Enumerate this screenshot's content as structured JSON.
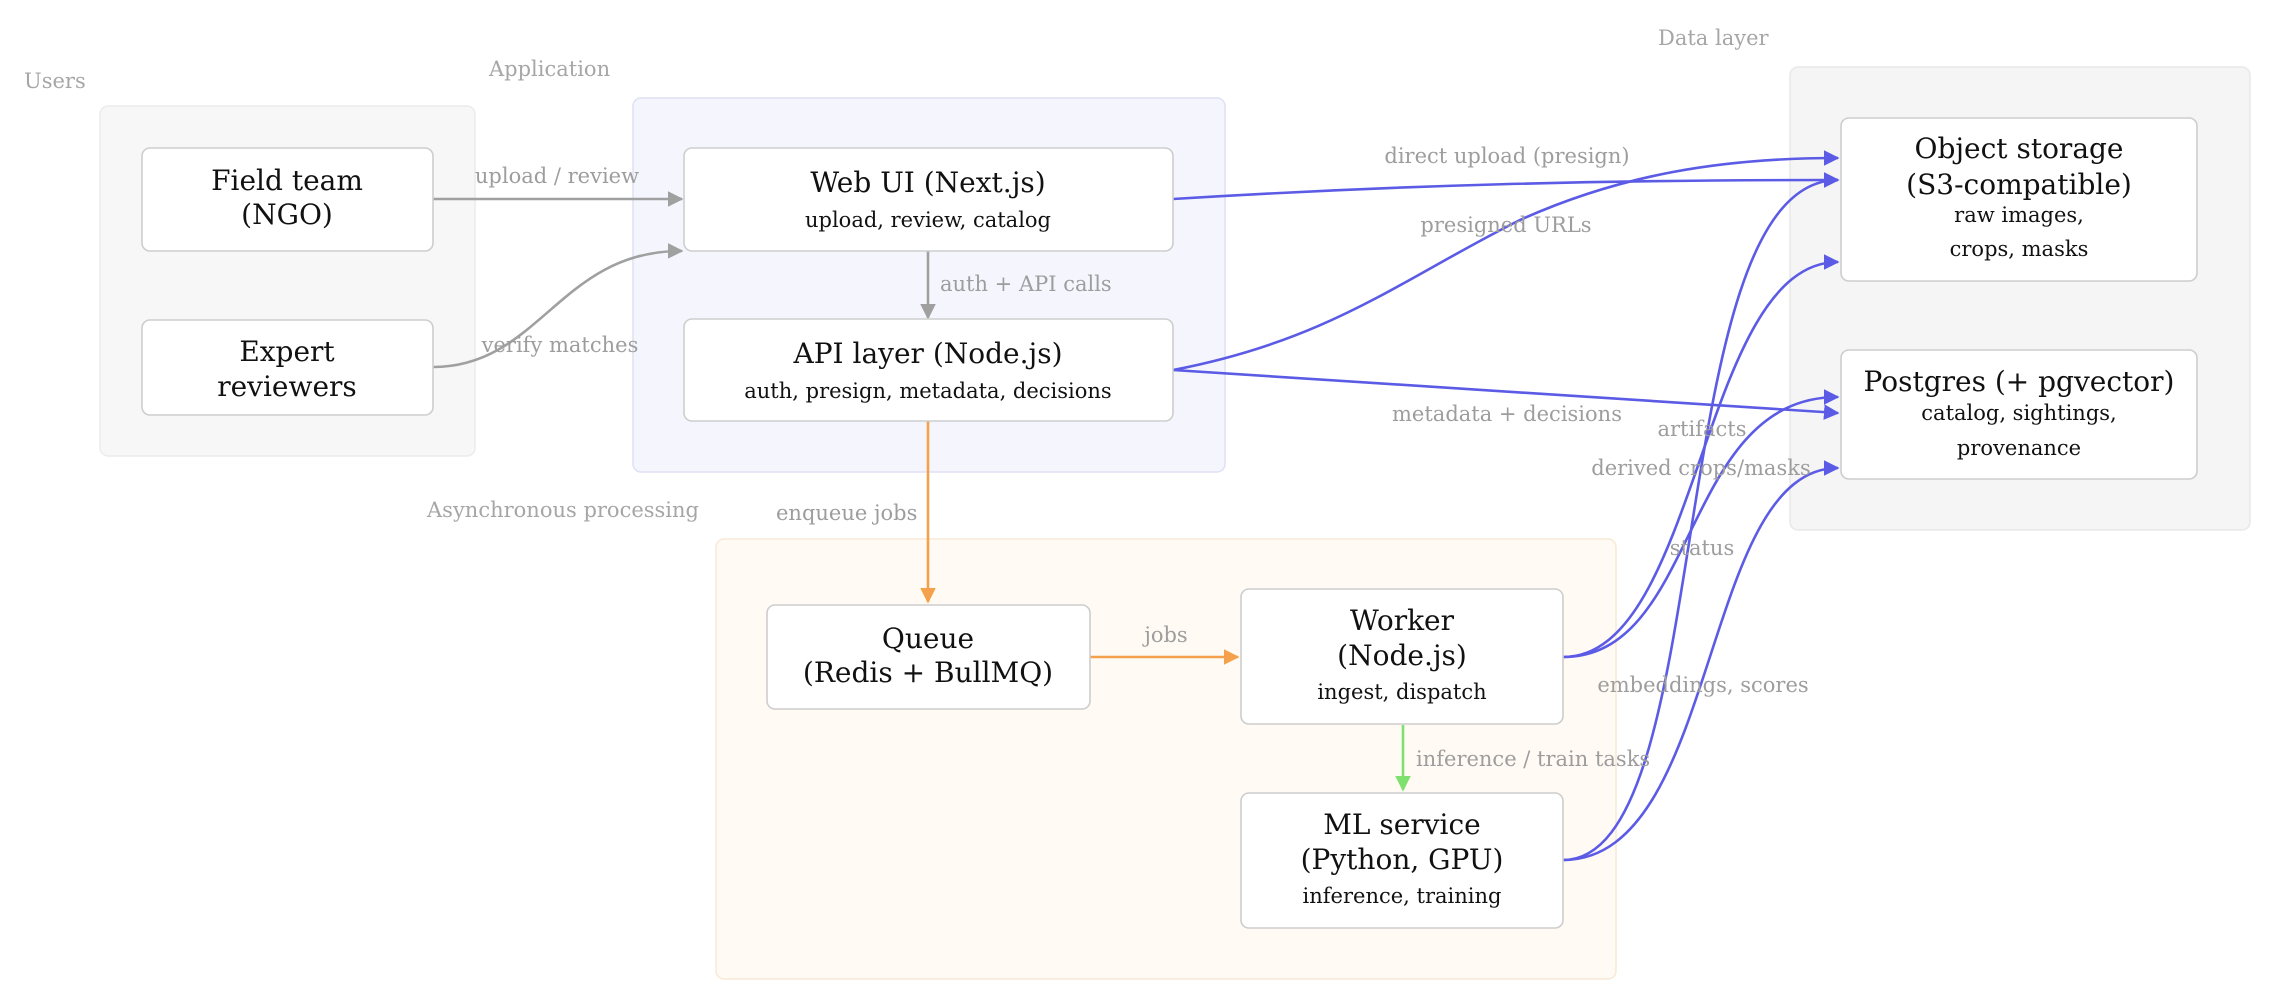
{
  "groups": {
    "users": "Users",
    "application": "Application",
    "async": "Asynchronous processing",
    "data": "Data layer"
  },
  "nodes": {
    "field_team": {
      "line1": "Field team",
      "line2": "(NGO)"
    },
    "experts": {
      "line1": "Expert",
      "line2": "reviewers"
    },
    "web_ui": {
      "title": "Web UI (Next.js)",
      "sub": "upload, review, catalog"
    },
    "api": {
      "title": "API layer (Node.js)",
      "sub": "auth, presign, metadata, decisions"
    },
    "queue": {
      "line1": "Queue",
      "line2": "(Redis + BullMQ)"
    },
    "worker": {
      "line1": "Worker",
      "line2": "(Node.js)",
      "sub": "ingest, dispatch"
    },
    "ml": {
      "line1": "ML service",
      "line2": "(Python, GPU)",
      "sub": "inference, training"
    },
    "storage": {
      "line1": "Object storage",
      "line2": "(S3-compatible)",
      "sub1": "raw images,",
      "sub2": "crops, masks"
    },
    "postgres": {
      "title": "Postgres (+ pgvector)",
      "sub1": "catalog, sightings,",
      "sub2": "provenance"
    }
  },
  "edges": {
    "upload_review": "upload / review",
    "verify_matches": "verify matches",
    "auth_api": "auth + API calls",
    "direct_upload": "direct upload (presign)",
    "presigned_urls": "presigned URLs",
    "metadata_decisions": "metadata + decisions",
    "enqueue_jobs": "enqueue jobs",
    "jobs": "jobs",
    "inference_train": "inference / train tasks",
    "artifacts": "artifacts",
    "derived_crops": "derived crops/masks",
    "status": "status",
    "embeddings_scores": "embeddings, scores"
  },
  "colors": {
    "user_flow": "#a0a0a0",
    "data_flow": "#5b5be6",
    "queue_flow": "#f5a04a",
    "task_flow": "#7ee06e",
    "users_group_bg": "#f7f7f7",
    "app_group_bg": "#f5f6fd",
    "async_group_bg": "#fffaf4",
    "data_group_bg": "#f5f5f5"
  }
}
